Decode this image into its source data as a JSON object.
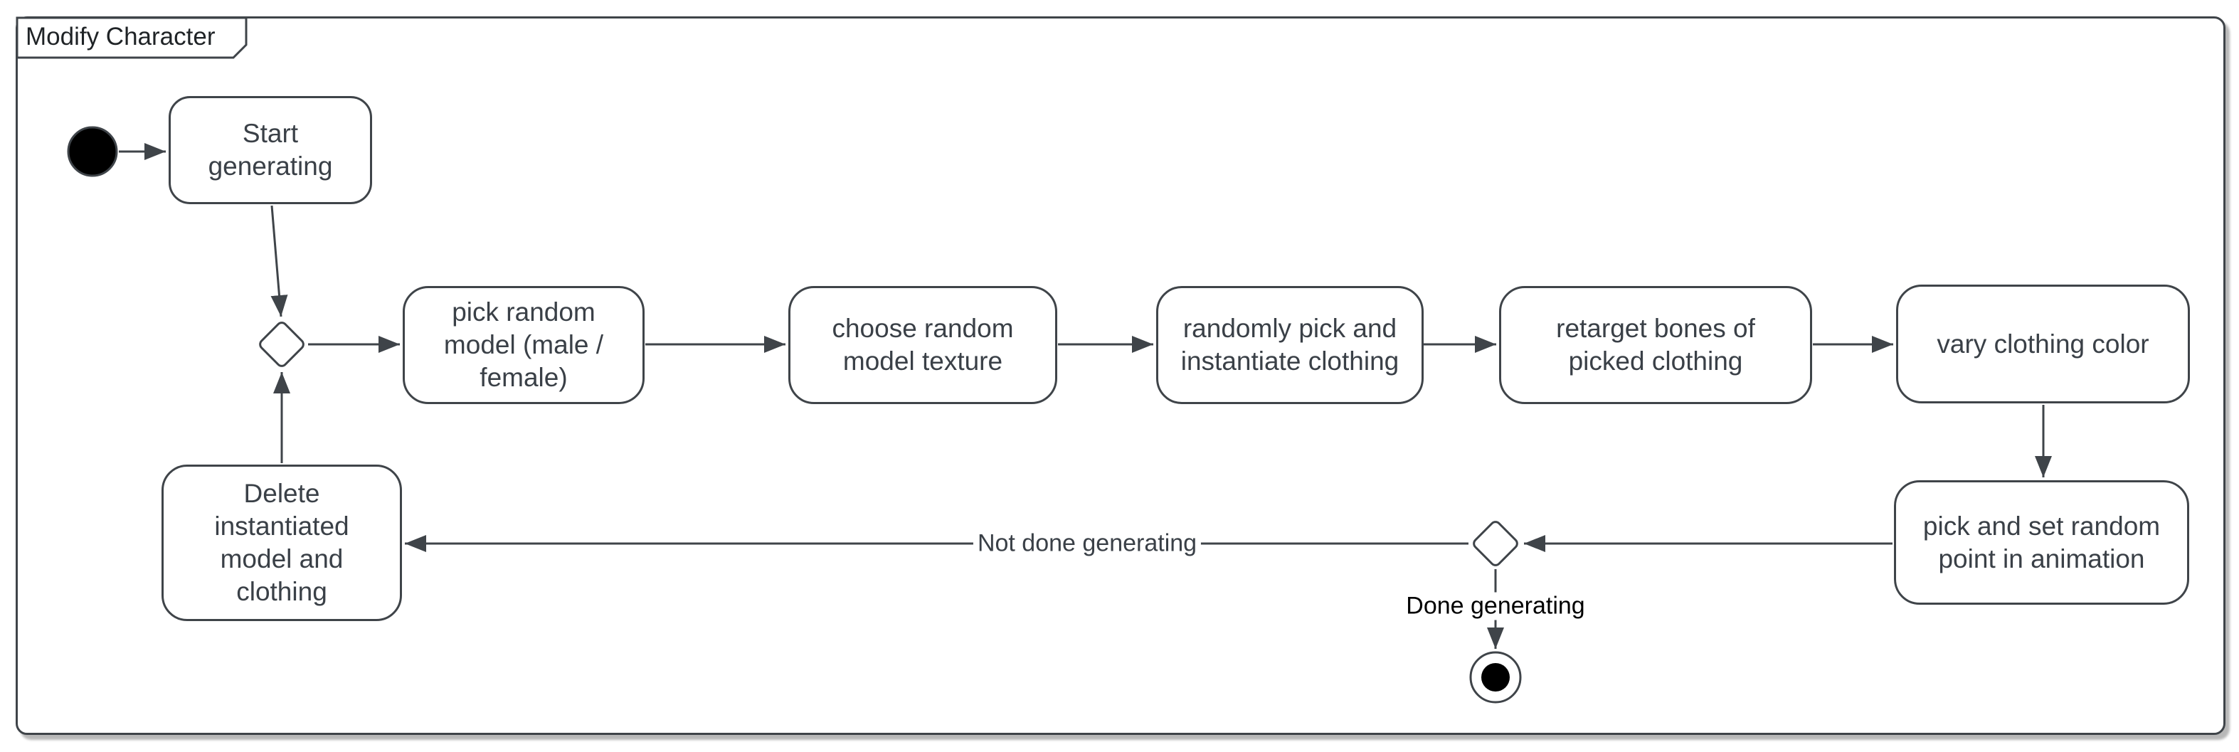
{
  "diagram": {
    "frame_title": "Modify Character",
    "nodes": {
      "start_generating": "Start\ngenerating",
      "pick_random_model": "pick random\nmodel (male /\nfemale)",
      "choose_random_texture": "choose random\nmodel texture",
      "randomly_pick_clothing": "randomly pick and\ninstantiate clothing",
      "retarget_bones": "retarget bones of\npicked clothing",
      "vary_clothing_color": "vary clothing color",
      "pick_set_random_point": "pick and set random\npoint in animation",
      "delete_model": "Delete\ninstantiated\nmodel and\nclothing"
    },
    "edge_labels": {
      "not_done": "Not done generating",
      "done": "Done generating"
    },
    "colors": {
      "stroke": "#3f4449",
      "node_text": "#3a4047",
      "edge_label_done": "#000000",
      "node_fill": "#ffffff",
      "start_end_fill": "#000000"
    }
  }
}
